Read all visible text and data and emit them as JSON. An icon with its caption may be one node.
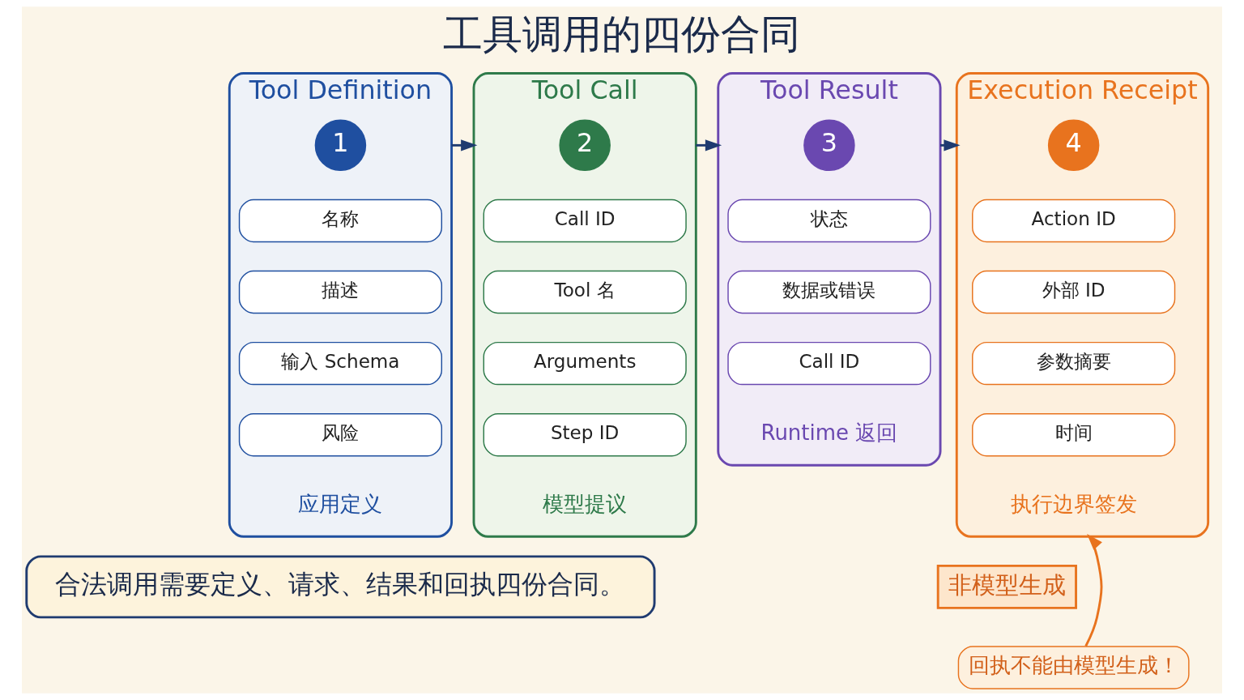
{
  "diagram": {
    "title": "工具调用的四份合同",
    "nodes": [
      {
        "text": [
          "Tool Definition"
        ]
      },
      {
        "text": [
          "1"
        ],
        "in": 0
      },
      {
        "text": [
          "名称"
        ],
        "in": 0
      },
      {
        "text": [
          "描述"
        ],
        "in": 0
      },
      {
        "text": [
          "输入 Schema"
        ],
        "in": 0
      },
      {
        "text": [
          "风险"
        ],
        "in": 0
      },
      {
        "text": [
          "应用定义"
        ],
        "in": 0
      },
      {
        "text": [
          "Tool Call"
        ]
      },
      {
        "text": [
          "2"
        ],
        "in": 7
      },
      {
        "text": [
          "Call ID"
        ],
        "in": 7
      },
      {
        "text": [
          "Tool 名"
        ],
        "in": 7
      },
      {
        "text": [
          "Arguments"
        ],
        "in": 7
      },
      {
        "text": [
          "Step ID"
        ],
        "in": 7
      },
      {
        "text": [
          "模型提议"
        ],
        "in": 7
      },
      {
        "text": [
          "Tool Result"
        ]
      },
      {
        "text": [
          "3"
        ],
        "in": 14
      },
      {
        "text": [
          "状态"
        ],
        "in": 14
      },
      {
        "text": [
          "数据或错误"
        ],
        "in": 14
      },
      {
        "text": [
          "Call ID"
        ],
        "in": 14
      },
      {
        "text": [
          "Runtime 返回"
        ],
        "in": 14
      },
      {
        "text": [
          "Execution Receipt"
        ]
      },
      {
        "text": [
          "4"
        ],
        "in": 20
      },
      {
        "text": [
          "Action ID"
        ],
        "in": 20
      },
      {
        "text": [
          "外部 ID"
        ],
        "in": 20
      },
      {
        "text": [
          "参数摘要"
        ],
        "in": 20
      },
      {
        "text": [
          "时间"
        ],
        "in": 20
      },
      {
        "text": [
          "执行边界签发"
        ],
        "in": 20
      },
      {
        "text": [
          "非模型生成"
        ]
      },
      {
        "text": [
          "回执不能由模型生成！"
        ]
      },
      {
        "text": [
          "合法调用需要定义、请求、结果和回执四份合同。"
        ]
      }
    ],
    "edges": [
      {
        "from": 0,
        "to": 7,
        "arrow": "to"
      },
      {
        "from": 7,
        "to": 14,
        "arrow": "to"
      },
      {
        "from": 14,
        "to": 20,
        "arrow": "to"
      },
      {
        "from": 28,
        "to": 20,
        "arrow": "to",
        "color": "#e8731e"
      }
    ]
  }
}
